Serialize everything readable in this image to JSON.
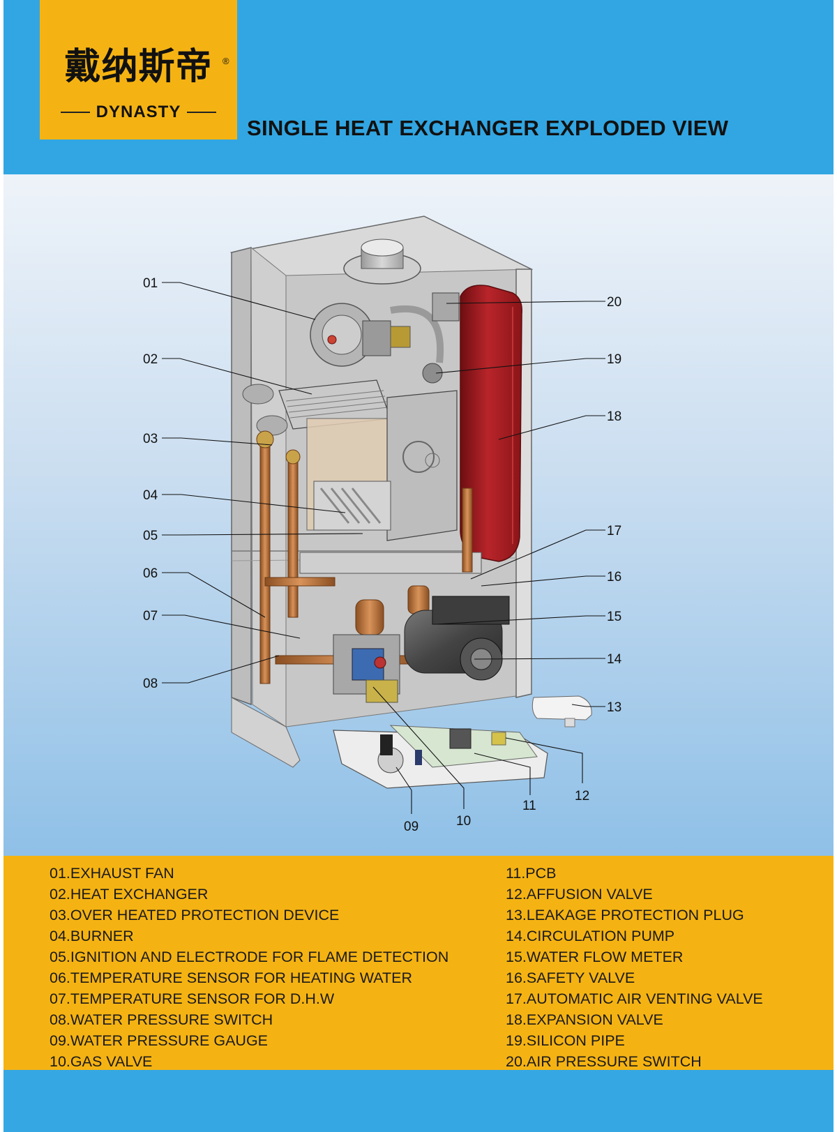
{
  "header": {
    "brand_cn": "戴纳斯帝",
    "brand_reg": "®",
    "brand_en": "DYNASTY",
    "title": "SINGLE HEAT EXCHANGER EXPLODED VIEW"
  },
  "callouts": {
    "c01": "01",
    "c02": "02",
    "c03": "03",
    "c04": "04",
    "c05": "05",
    "c06": "06",
    "c07": "07",
    "c08": "08",
    "c09": "09",
    "c10": "10",
    "c11": "11",
    "c12": "12",
    "c13": "13",
    "c14": "14",
    "c15": "15",
    "c16": "16",
    "c17": "17",
    "c18": "18",
    "c19": "19",
    "c20": "20"
  },
  "legend": {
    "left": [
      "01.EXHAUST FAN",
      "02.HEAT EXCHANGER",
      "03.OVER HEATED PROTECTION DEVICE",
      "04.BURNER",
      "05.IGNITION AND ELECTRODE FOR FLAME DETECTION",
      "06.TEMPERATURE SENSOR FOR HEATING WATER",
      "07.TEMPERATURE SENSOR FOR D.H.W",
      "08.WATER PRESSURE SWITCH",
      "09.WATER PRESSURE GAUGE",
      "10.GAS VALVE"
    ],
    "right": [
      "11.PCB",
      "12.AFFUSION VALVE",
      "13.LEAKAGE PROTECTION PLUG",
      "14.CIRCULATION PUMP",
      "15.WATER FLOW METER",
      "16.SAFETY VALVE",
      "17.AUTOMATIC AIR VENTING VALVE",
      "18.EXPANSION VALVE",
      "19.SILICON PIPE",
      "20.AIR PRESSURE SWITCH"
    ]
  },
  "colors": {
    "header_blue": "#32a6e2",
    "brand_yellow": "#f5b313",
    "tank_red": "#b01c22",
    "copper": "#c27a3c"
  }
}
